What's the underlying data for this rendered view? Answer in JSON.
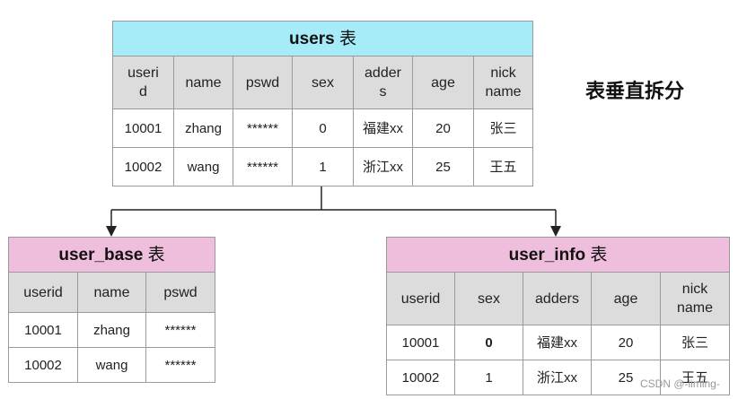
{
  "heading": "表垂直拆分",
  "users": {
    "name": "users",
    "suffix": "表",
    "headers": [
      "useri\nd",
      "name",
      "pswd",
      "sex",
      "adder\ns",
      "age",
      "nick\nname"
    ],
    "rows": [
      [
        "10001",
        "zhang",
        "******",
        "0",
        "福建xx",
        "20",
        "张三"
      ],
      [
        "10002",
        "wang",
        "******",
        "1",
        "浙江xx",
        "25",
        "王五"
      ]
    ]
  },
  "user_base": {
    "name": "user_base",
    "suffix": "表",
    "headers": [
      "userid",
      "name",
      "pswd"
    ],
    "rows": [
      [
        "10001",
        "zhang",
        "******"
      ],
      [
        "10002",
        "wang",
        "******"
      ]
    ]
  },
  "user_info": {
    "name": "user_info",
    "suffix": "表",
    "headers": [
      "userid",
      "sex",
      "adders",
      "age",
      "nick\nname"
    ],
    "rows": [
      [
        "10001",
        "0",
        "福建xx",
        "20",
        "张三"
      ],
      [
        "10002",
        "1",
        "浙江xx",
        "25",
        "王五"
      ]
    ]
  },
  "watermark": "CSDN @-liming-",
  "colors": {
    "users_title_bg": "#a6ecf8",
    "split_title_bg": "#efbedd",
    "header_bg": "#dcdcdc"
  }
}
